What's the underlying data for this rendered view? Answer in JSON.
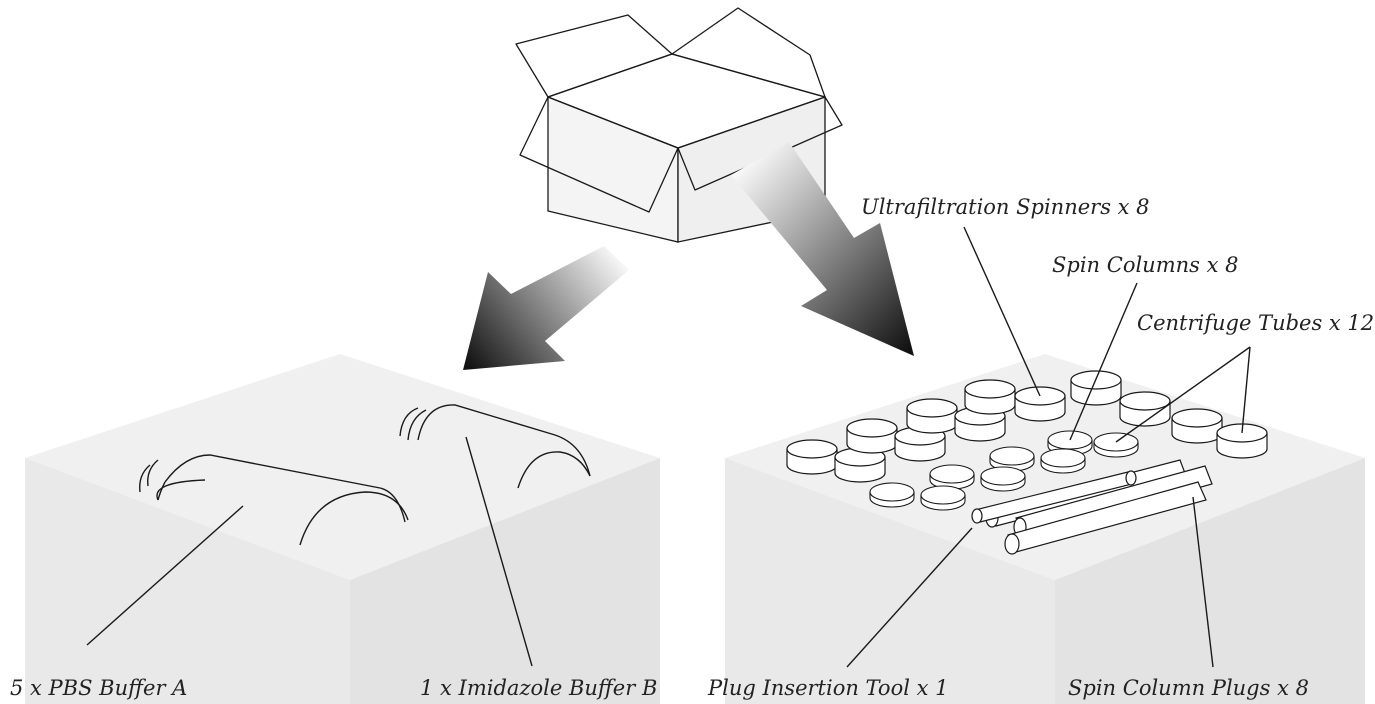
{
  "labels": {
    "pbs_buffer": "5 x PBS Buffer A",
    "imidazole_buffer": "1 x Imidazole Buffer B",
    "plug_tool": "Plug Insertion Tool x 1",
    "column_plugs": "Spin Column Plugs x 8",
    "ultrafiltration": "Ultrafiltration Spinners x 8",
    "spin_columns": "Spin Columns x 8",
    "centrifuge_tubes": "Centrifuge Tubes x 12"
  },
  "colors": {
    "tray_top": "#f0f0f0",
    "tray_front": "#e9e9e9",
    "tray_side": "#e4e4e4",
    "box_face": "#f4f4f4",
    "arrow_dark": "#111111",
    "line": "#1a1a1a"
  }
}
